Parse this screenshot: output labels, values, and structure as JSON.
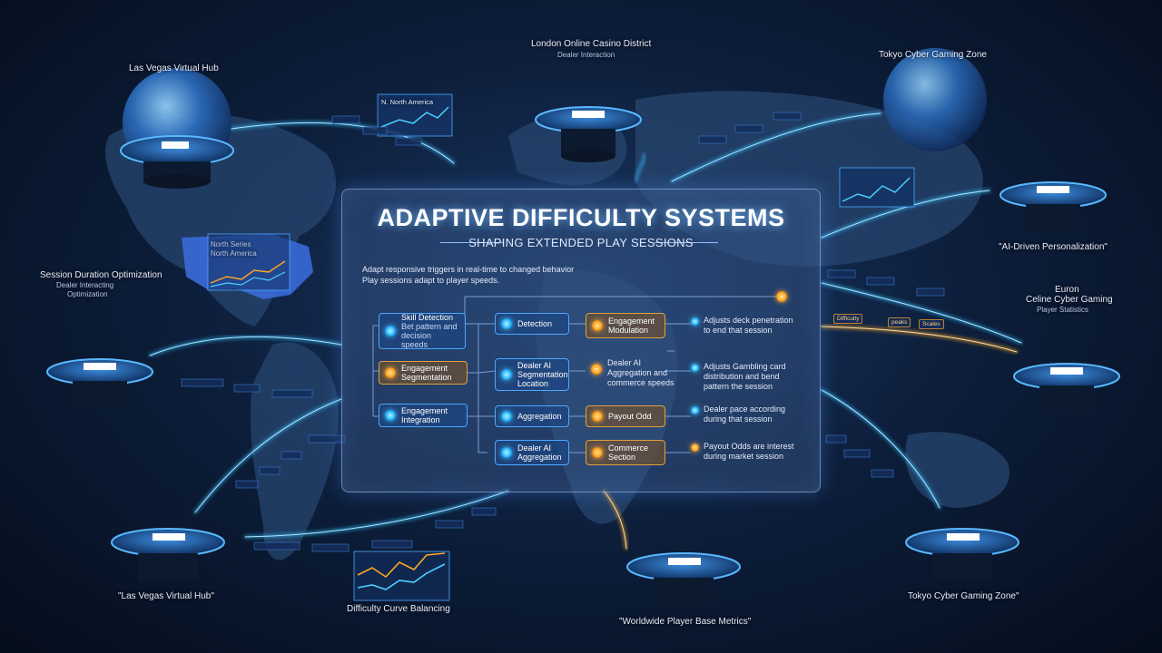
{
  "center": {
    "title": "ADAPTIVE DIFFICULTY SYSTEMS",
    "subtitle": "SHAPING EXTENDED PLAY SESSIONS",
    "description_line1": "Adapt responsive triggers in real-time to changed behavior",
    "description_line2": "Play sessions adapt to player speeds."
  },
  "flow": {
    "col1": [
      {
        "line1": "Skill Detection",
        "line2": "Bet pattern and",
        "line3": "decision speeds"
      },
      {
        "line1": "Engagement",
        "line2": "Segmentation"
      },
      {
        "line1": "Engagement",
        "line2": "Integration"
      }
    ],
    "col2": [
      "Detection",
      "Dealer AI|Segmentation|Location",
      "Aggregation",
      "Dealer AI|Aggregation"
    ],
    "col3": [
      "Engagement|Modulation",
      "Dealer AI|Aggregation and|commerce speeds",
      "Payout Odd",
      "Commerce|Section"
    ],
    "col4": [
      "Adjusts deck penetration|to end that session",
      "Adjusts Gambling card|distribution and bend|pattern the session",
      "Dealer pace according|during that session",
      "Payout Odds are interest|during market session"
    ]
  },
  "locations": {
    "las_vegas_top": "Las Vegas Virtual Hub",
    "london": "London Online Casino District",
    "london_sub": "Dealer Interaction",
    "tokyo_top": "Tokyo Cyber Gaming Zone",
    "session": "Session Duration Optimization",
    "session_sub1": "Dealer Interacting",
    "session_sub2": "Optimization",
    "ai_driven": "\"AI-Driven Personalization\"",
    "euro1": "Euron",
    "euro2": "Celine Cyber Gaming",
    "euro3": "Player Statistics",
    "las_vegas_bottom": "\"Las Vegas Virtual Hub\"",
    "difficulty_curve": "Difficulty Curve Balancing",
    "worldwide": "\"Worldwide Player Base Metrics\"",
    "tokyo_bottom": "Tokyo Cyber Gaming Zone\""
  },
  "map_labels": {
    "north_america": "N. North America",
    "usa_label1": "North Series",
    "usa_label2": "North America",
    "difficulty": "Difficulty",
    "peaks": "peaks",
    "scales": "Scales"
  },
  "colors": {
    "accent_blue": "#2fb8ff",
    "accent_orange": "#ffa726",
    "panel": "#3c5a8c"
  }
}
